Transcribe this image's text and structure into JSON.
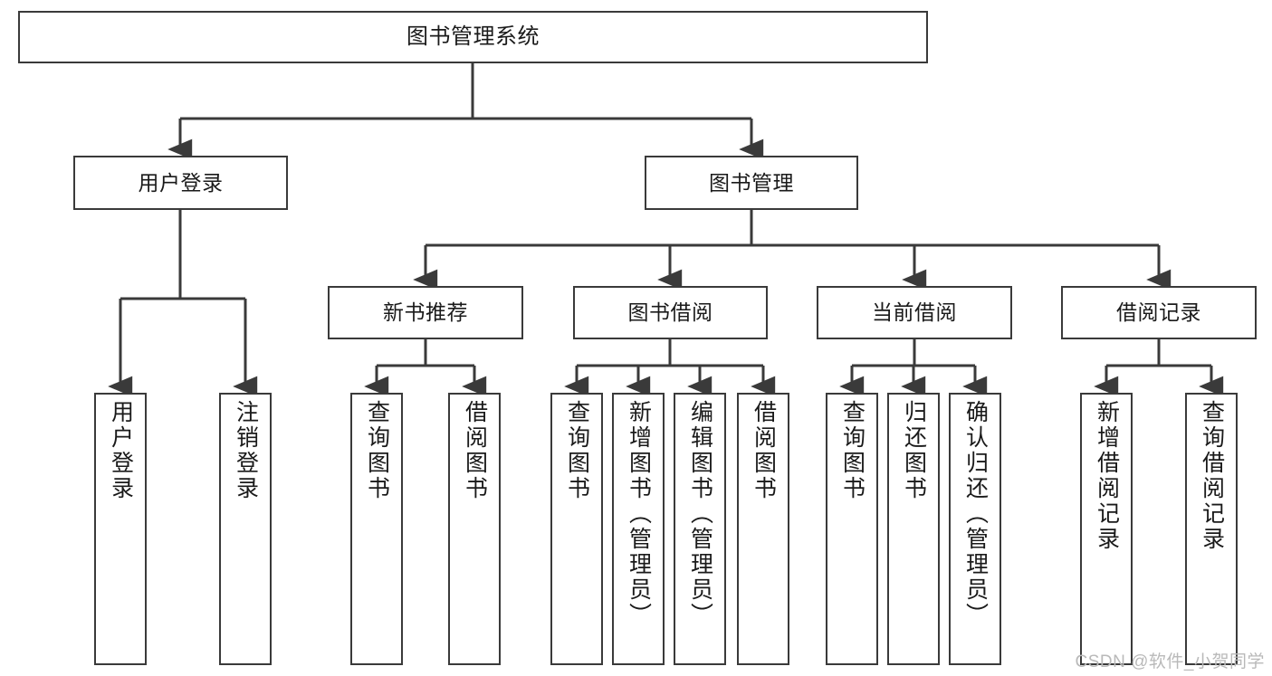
{
  "diagram": {
    "title": "图书管理系统",
    "type": "tree",
    "stroke_color": "#3a3a3a",
    "fill_color": "#ffffff",
    "text_color": "#1a1a1a",
    "root": {
      "label": "图书管理系统"
    },
    "level2": [
      {
        "label": "用户登录"
      },
      {
        "label": "图书管理"
      }
    ],
    "level3": [
      {
        "label": "新书推荐"
      },
      {
        "label": "图书借阅"
      },
      {
        "label": "当前借阅"
      },
      {
        "label": "借阅记录"
      }
    ],
    "leaves": [
      {
        "label": "用户登录"
      },
      {
        "label": "注销登录"
      },
      {
        "label": "查询图书"
      },
      {
        "label": "借阅图书"
      },
      {
        "label": "查询图书"
      },
      {
        "label": "新增图书（管理员）"
      },
      {
        "label": "编辑图书（管理员）"
      },
      {
        "label": "借阅图书"
      },
      {
        "label": "查询图书"
      },
      {
        "label": "归还图书"
      },
      {
        "label": "确认归还（管理员）"
      },
      {
        "label": "新增借阅记录"
      },
      {
        "label": "查询借阅记录"
      }
    ]
  },
  "watermark": {
    "text": "CSDN @软件_小贺同学"
  }
}
